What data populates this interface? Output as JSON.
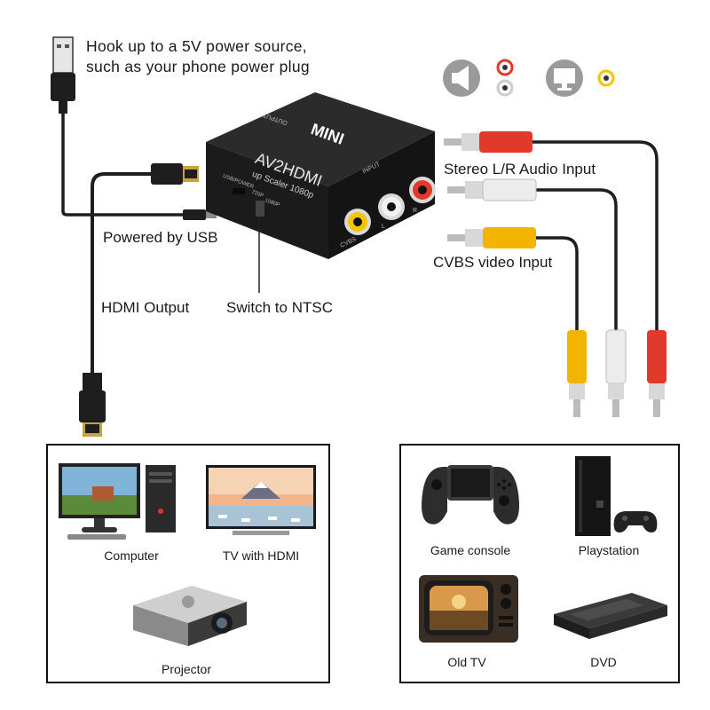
{
  "callouts": {
    "power_hint": [
      "Hook up to a 5V power source,",
      "such as your phone power plug"
    ],
    "usb_power": "Powered by USB",
    "hdmi_output": "HDMI Output",
    "ntsc_switch": "Switch to NTSC",
    "audio_input": "Stereo L/R Audio Input",
    "video_input": "CVBS video Input"
  },
  "converter": {
    "brand": "MINI",
    "model": "AV2HDMI",
    "subtitle": "up Scaler 1080p",
    "port_output": "OUTPUT",
    "port_input": "INPUT",
    "port_usb": "USB/POWER",
    "switch_a": "720P",
    "switch_b": "1080P",
    "jack_cvbs": "CVBS",
    "jack_l": "L",
    "jack_r": "R"
  },
  "output_devices": [
    {
      "label": "Computer",
      "icon": "computer-icon"
    },
    {
      "label": "TV with HDMI",
      "icon": "tv-icon"
    },
    {
      "label": "Projector",
      "icon": "projector-icon"
    }
  ],
  "input_devices": [
    {
      "label": "Game console",
      "icon": "game-console-icon"
    },
    {
      "label": "Playstation",
      "icon": "playstation-icon"
    },
    {
      "label": "Old TV",
      "icon": "old-tv-icon"
    },
    {
      "label": "DVD",
      "icon": "dvd-icon"
    }
  ],
  "colors": {
    "red_plug": "#e23a2a",
    "white_plug": "#e8e8e8",
    "yellow_plug": "#f3b400",
    "device_body": "#222222",
    "icon_circle": "#9a9a9a"
  }
}
